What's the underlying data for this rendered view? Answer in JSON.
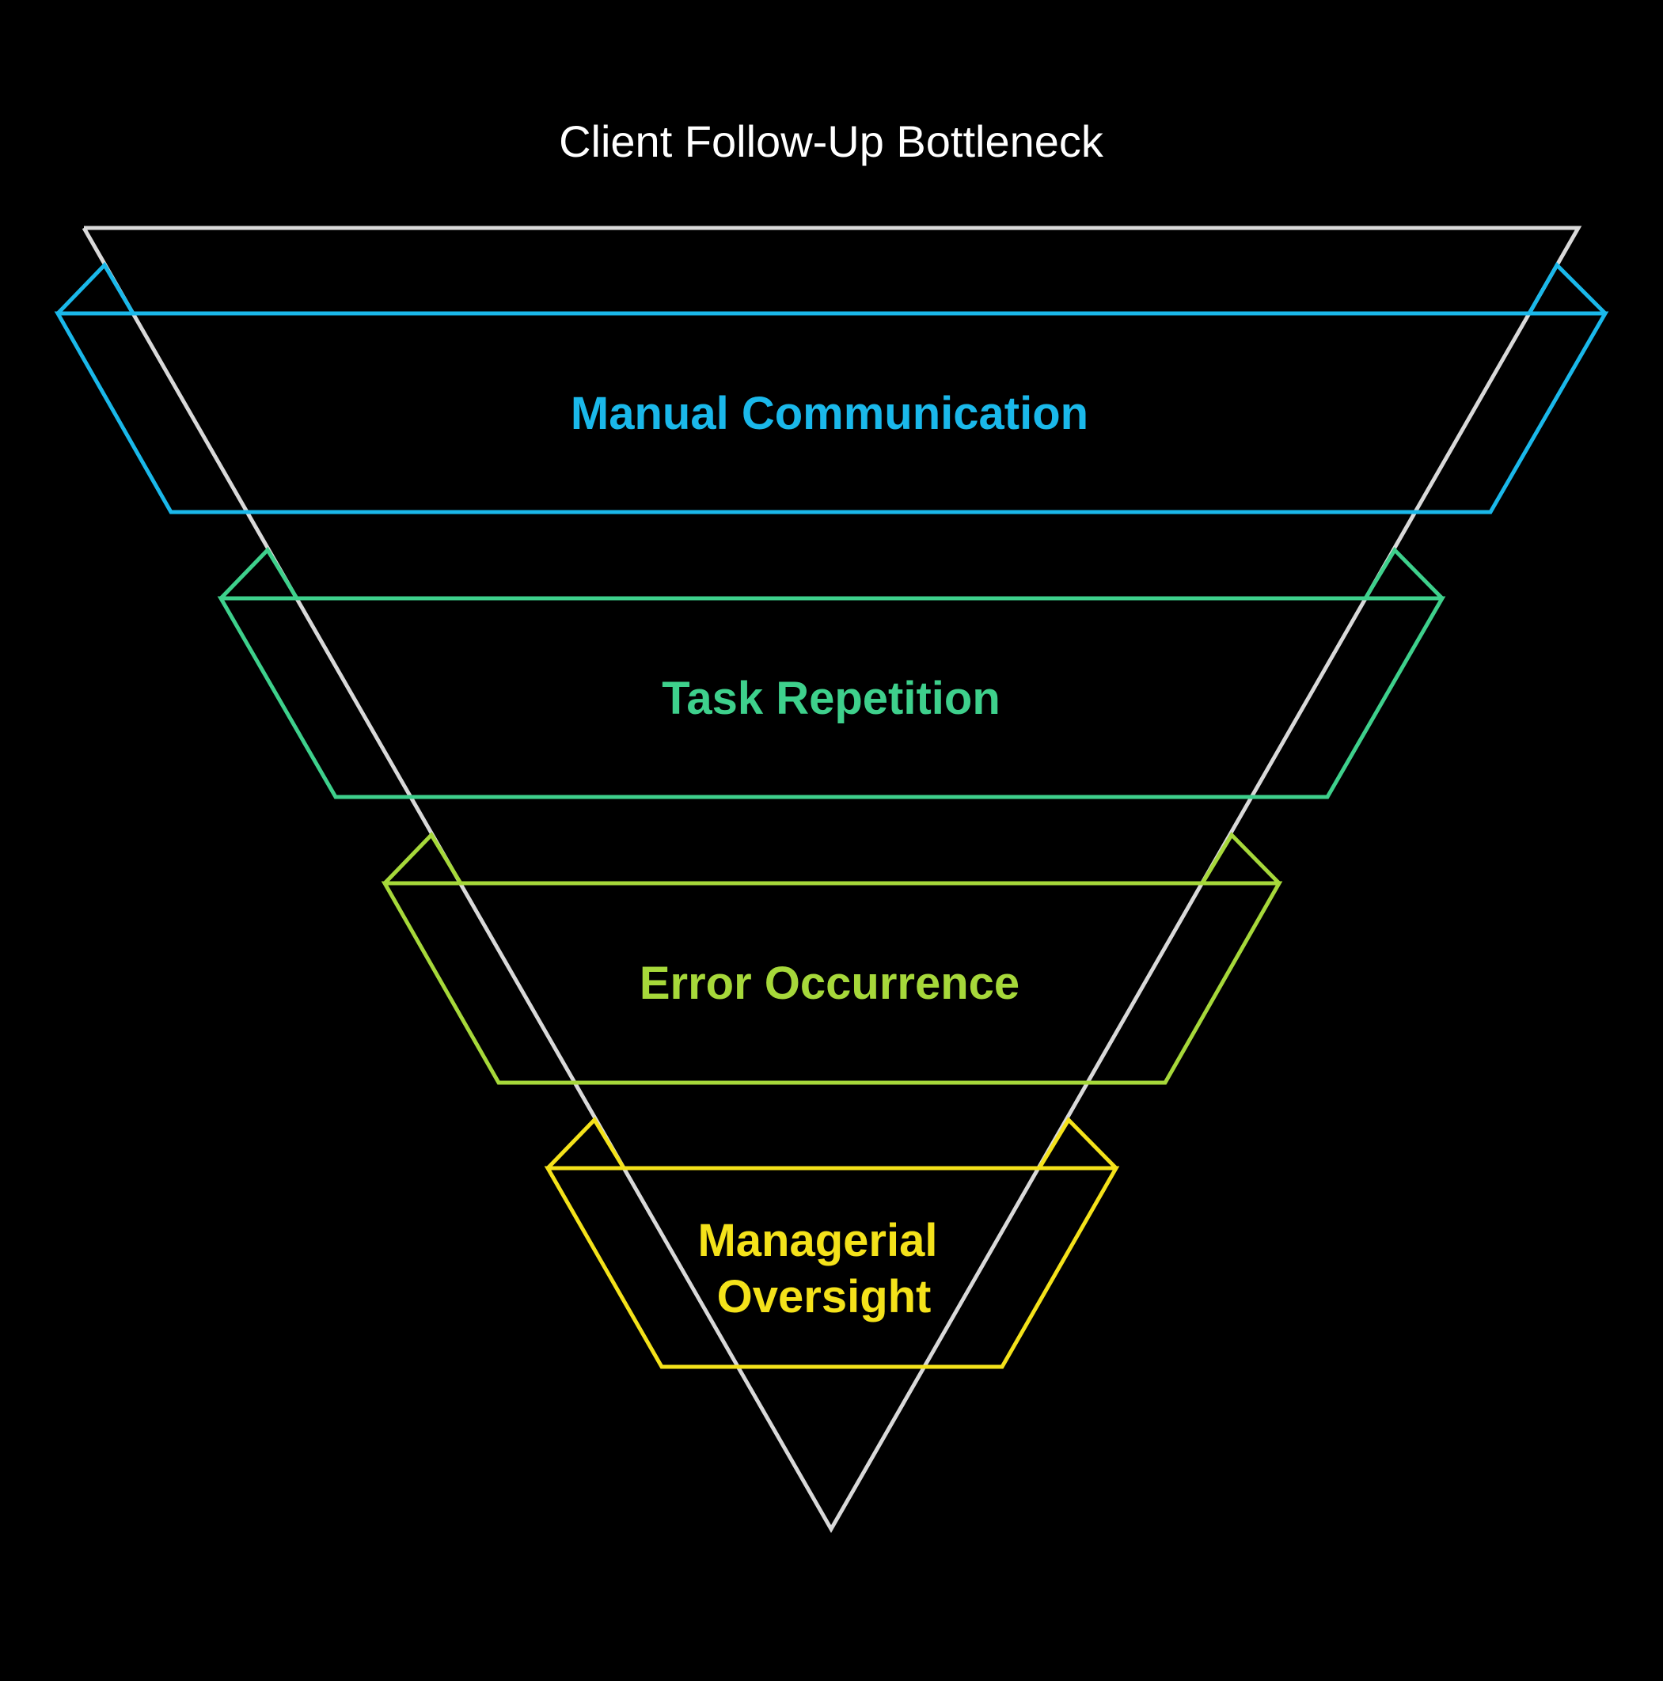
{
  "title": "Client Follow-Up Bottleneck",
  "colors": {
    "background": "#000000",
    "funnel_outline": "#d9d9d9",
    "title": "#ffffff"
  },
  "stages": [
    {
      "id": "manual-communication",
      "label": "Manual Communication",
      "lines": [
        "Manual Communication"
      ],
      "color": "#1ab8ea"
    },
    {
      "id": "task-repetition",
      "label": "Task Repetition",
      "lines": [
        "Task Repetition"
      ],
      "color": "#3ed08c"
    },
    {
      "id": "error-occurrence",
      "label": "Error Occurrence",
      "lines": [
        "Error Occurrence"
      ],
      "color": "#a6d83a"
    },
    {
      "id": "managerial-oversight",
      "label": "Managerial Oversight",
      "lines": [
        "Managerial",
        "Oversight"
      ],
      "color": "#f4e21a"
    }
  ]
}
